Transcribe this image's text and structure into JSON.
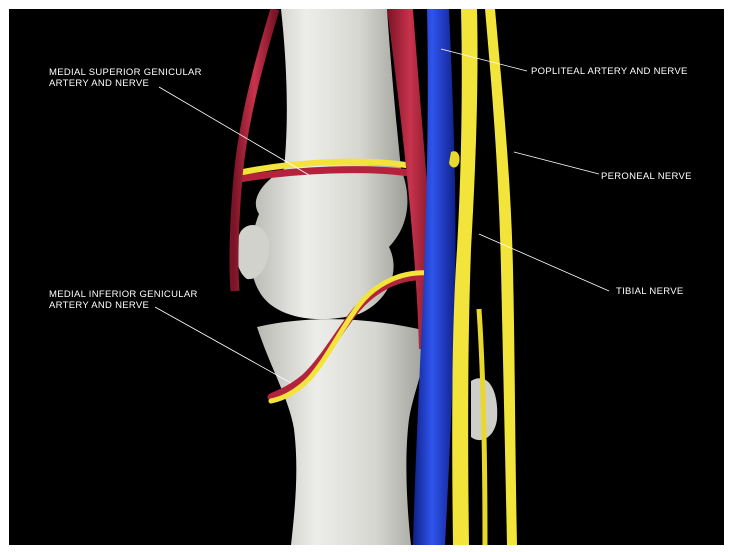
{
  "labels": {
    "medial_superior": "MEDIAL SUPERIOR GENICULAR\nARTERY AND NERVE",
    "popliteal": "POPLITEAL ARTERY AND NERVE",
    "peroneal": "PERONEAL NERVE",
    "medial_inferior": "MEDIAL INFERIOR GENICULAR\nARTERY AND NERVE",
    "tibial": "TIBIAL  NERVE"
  },
  "colors": {
    "background": "#000000",
    "bone": "#e2e2de",
    "artery": "#b3243c",
    "vein": "#1f3fd0",
    "nerve": "#f2e43a",
    "leader": "#ffffff"
  }
}
